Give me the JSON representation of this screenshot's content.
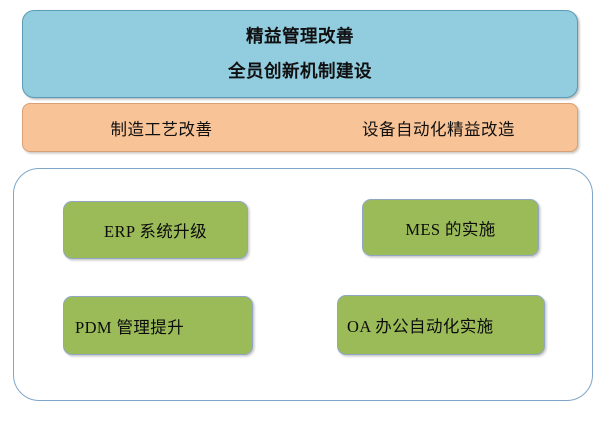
{
  "diagram": {
    "title_banner": {
      "line_1": "精益管理改善",
      "line_2": "全员创新机制建设",
      "color": "#92CCDF"
    },
    "category_band": {
      "left_label": "制造工艺改善",
      "right_label": "设备自动化精益改造",
      "color": "#F8C396"
    },
    "project_group": {
      "border_color": "#7FA6C8",
      "box_color": "#9BBB59",
      "items": [
        {
          "label": "ERP 系统升级"
        },
        {
          "label": "MES 的实施"
        },
        {
          "label": "PDM 管理提升"
        },
        {
          "label": "OA 办公自动化实施"
        }
      ]
    }
  }
}
